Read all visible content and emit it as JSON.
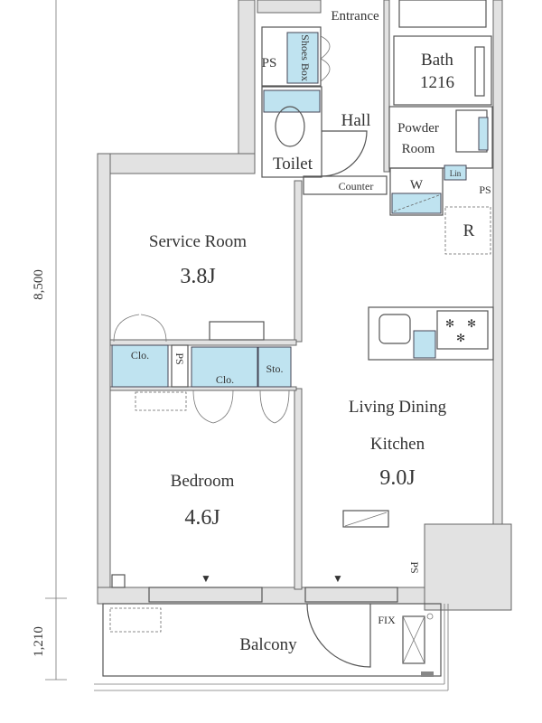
{
  "rooms": {
    "entrance": "Entrance",
    "shoes_box": "Shoes Box",
    "ps_top": "PS",
    "bath": "Bath",
    "bath_size": "1216",
    "toilet": "Toilet",
    "hall": "Hall",
    "powder_room_1": "Powder",
    "powder_room_2": "Room",
    "counter": "Counter",
    "washer": "W",
    "linen": "Lin",
    "ps_right": "PS",
    "refrigerator": "R",
    "service_room": "Service Room",
    "service_room_size": "3.8J",
    "closet_left": "Clo.",
    "ps_mid": "PS",
    "closet_mid": "Clo.",
    "storage": "Sto.",
    "ldk_1": "Living Dining",
    "ldk_2": "Kitchen",
    "ldk_size": "9.0J",
    "bedroom": "Bedroom",
    "bedroom_size": "4.6J",
    "ps_bottom": "PS",
    "balcony": "Balcony",
    "fix": "FIX"
  },
  "dimensions": {
    "depth": "8,500",
    "balcony_depth": "1,210"
  }
}
